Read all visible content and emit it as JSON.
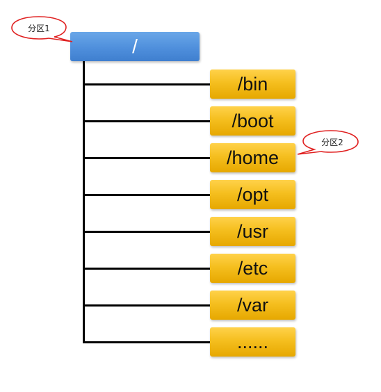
{
  "diagram": {
    "root": {
      "label": "/"
    },
    "directories": [
      "/bin",
      "/boot",
      "/home",
      "/opt",
      "/usr",
      "/etc",
      "/var",
      "......"
    ],
    "callouts": {
      "partition1": "分区1",
      "partition2": "分区2"
    },
    "colors": {
      "root_fill": "#4f8fdc",
      "dir_fill": "#f5bf1f",
      "connector": "#000000",
      "callout_border": "#e02020"
    }
  }
}
